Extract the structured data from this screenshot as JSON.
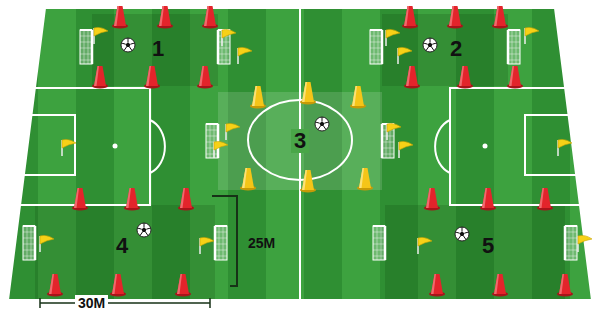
{
  "diagram": {
    "labels": [
      "1",
      "2",
      "3",
      "4",
      "5",
      "25M",
      "30M"
    ]
  }
}
